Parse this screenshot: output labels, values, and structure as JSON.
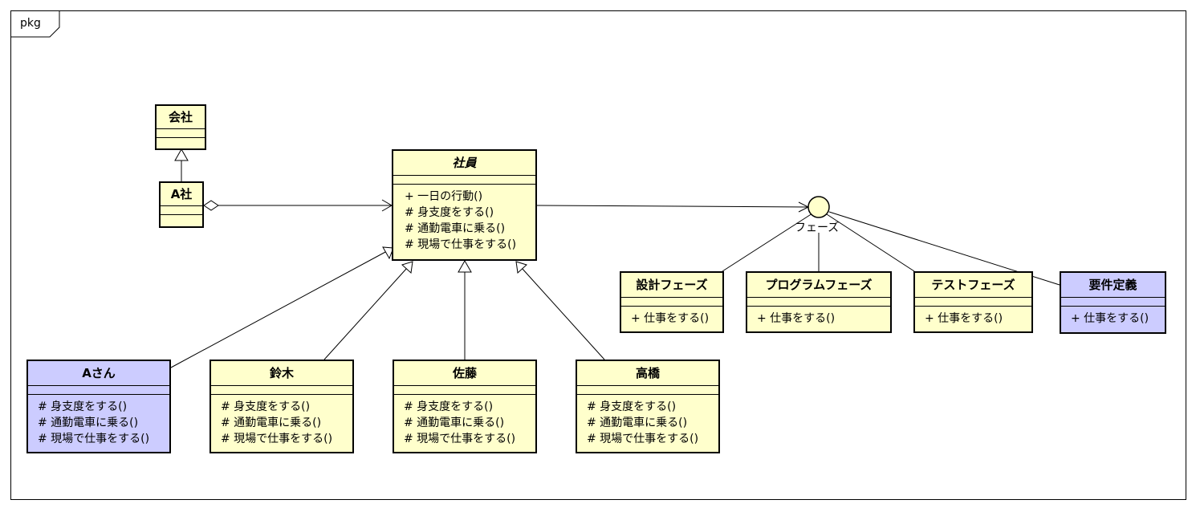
{
  "package": {
    "label": "pkg"
  },
  "classes": {
    "kaisha": {
      "name": "会社",
      "operations": []
    },
    "a_sha": {
      "name": "A社",
      "operations": []
    },
    "shain": {
      "name": "社員",
      "abstract": true,
      "operations": [
        "+ 一日の行動()",
        "# 身支度をする()",
        "# 通勤電車に乗る()",
        "# 現場で仕事をする()"
      ]
    },
    "a_san": {
      "name": "Aさん",
      "color": "#ccccff",
      "operations": [
        "# 身支度をする()",
        "# 通勤電車に乗る()",
        "# 現場で仕事をする()"
      ]
    },
    "suzuki": {
      "name": "鈴木",
      "operations": [
        "# 身支度をする()",
        "# 通勤電車に乗る()",
        "# 現場で仕事をする()"
      ]
    },
    "sato": {
      "name": "佐藤",
      "operations": [
        "# 身支度をする()",
        "# 通勤電車に乗る()",
        "# 現場で仕事をする()"
      ]
    },
    "takahashi": {
      "name": "高橋",
      "operations": [
        "# 身支度をする()",
        "# 通勤電車に乗る()",
        "# 現場で仕事をする()"
      ]
    },
    "sekkei": {
      "name": "設計フェーズ",
      "operations": [
        "+ 仕事をする()"
      ]
    },
    "program": {
      "name": "プログラムフェーズ",
      "operations": [
        "+ 仕事をする()"
      ]
    },
    "test": {
      "name": "テストフェーズ",
      "operations": [
        "+ 仕事をする()"
      ]
    },
    "youken": {
      "name": "要件定義",
      "color": "#ccccff",
      "operations": [
        "+ 仕事をする()"
      ]
    }
  },
  "interface": {
    "name": "フェーズ"
  },
  "relationships": [
    {
      "type": "generalization",
      "from": "A社",
      "to": "会社"
    },
    {
      "type": "aggregation",
      "whole": "A社",
      "part": "社員"
    },
    {
      "type": "dependency",
      "from": "社員",
      "to": "フェーズ"
    },
    {
      "type": "generalization",
      "from": "Aさん",
      "to": "社員"
    },
    {
      "type": "generalization",
      "from": "鈴木",
      "to": "社員"
    },
    {
      "type": "generalization",
      "from": "佐藤",
      "to": "社員"
    },
    {
      "type": "generalization",
      "from": "高橋",
      "to": "社員"
    },
    {
      "type": "realization",
      "from": "設計フェーズ",
      "to": "フェーズ"
    },
    {
      "type": "realization",
      "from": "プログラムフェーズ",
      "to": "フェーズ"
    },
    {
      "type": "realization",
      "from": "テストフェーズ",
      "to": "フェーズ"
    },
    {
      "type": "realization",
      "from": "要件定義",
      "to": "フェーズ"
    }
  ],
  "colors": {
    "class_fill": "#ffffcc",
    "highlight_fill": "#ccccff",
    "line": "#000000"
  }
}
